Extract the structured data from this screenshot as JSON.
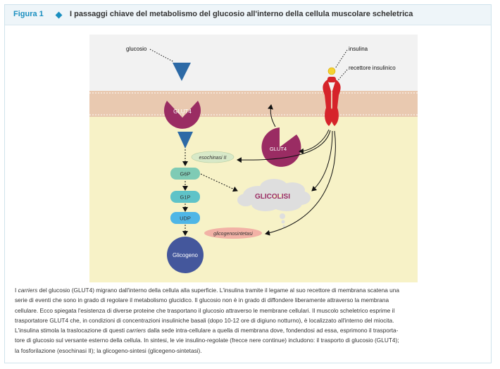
{
  "header": {
    "figure_label": "Figura 1",
    "title": "I passaggi chiave del metabolismo del glucosio all'interno della cellula muscolare scheletrica"
  },
  "diagram": {
    "labels": {
      "glucosio": "glucosio",
      "insulina": "insulina",
      "recettore": "recettore insulinico",
      "glut4_membrane": "GLUT4",
      "glut4_vesicle": "GLUT4",
      "esochinasi": "esochinasi II",
      "g6p": "G6P",
      "g1p": "G1P",
      "udp": "UDP",
      "glicolisi": "GLICOLISI",
      "glicogenosintetasi": "glicogenosintetasi",
      "glicogeno": "Glicogeno"
    },
    "colors": {
      "extracellular": "#f2f2f2",
      "cytoplasm": "#f7f2c7",
      "membrane": "#e9c9b0",
      "glut4": "#9a2c63",
      "glucose": "#2d6aa6",
      "receptor": "#d6232a",
      "insulin": "#f4d232",
      "enzyme": "#d8e9c8",
      "g6p": "#7fcbb5",
      "g1p": "#5fc3c8",
      "udp": "#4fb6e6",
      "glycogen": "#44579c",
      "glicogenosintetasi": "#f2b2a6",
      "glicolisi_text": "#9a2c63"
    }
  },
  "caption": {
    "l1a": "I ",
    "l1_carriers": "carriers",
    "l1b": " del glucosio (GLUT4) migrano dall'interno della cellula alla superficie. L'insulina tramite il legame al suo recettore di membrana scatena una",
    "l2": "serie di eventi che sono in grado di regolare il metabolismo glucidico. Il glucosio non è in grado di diffondere liberamente attraverso la membrana",
    "l3": "cellulare. Ecco spiegata l'esistenza di diverse proteine che trasportano il glucosio attraverso le membrane cellulari. Il muscolo scheletrico esprime il",
    "l4": "trasportatore GLUT4 che, in condizioni di concentrazioni insuliniche basali (dopo 10-12 ore di digiuno notturno), è localizzato all'interno del miocita.",
    "l5a": "L'insulina stimola la traslocazione di questi ",
    "l5_carriers": "carriers",
    "l5b": " dalla sede intra-cellulare a quella di membrana dove, fondendosi ad essa, esprimono il trasporta-",
    "l6": "tore di glucosio sul versante esterno della cellula. In sintesi, le vie insulino-regolate (frecce nere continue) includono: il trasporto di glucosio (GLUT4);",
    "l7": "la fosforilazione (esochinasi II); la glicogeno-sintesi (glicegeno-sintetasi)."
  }
}
